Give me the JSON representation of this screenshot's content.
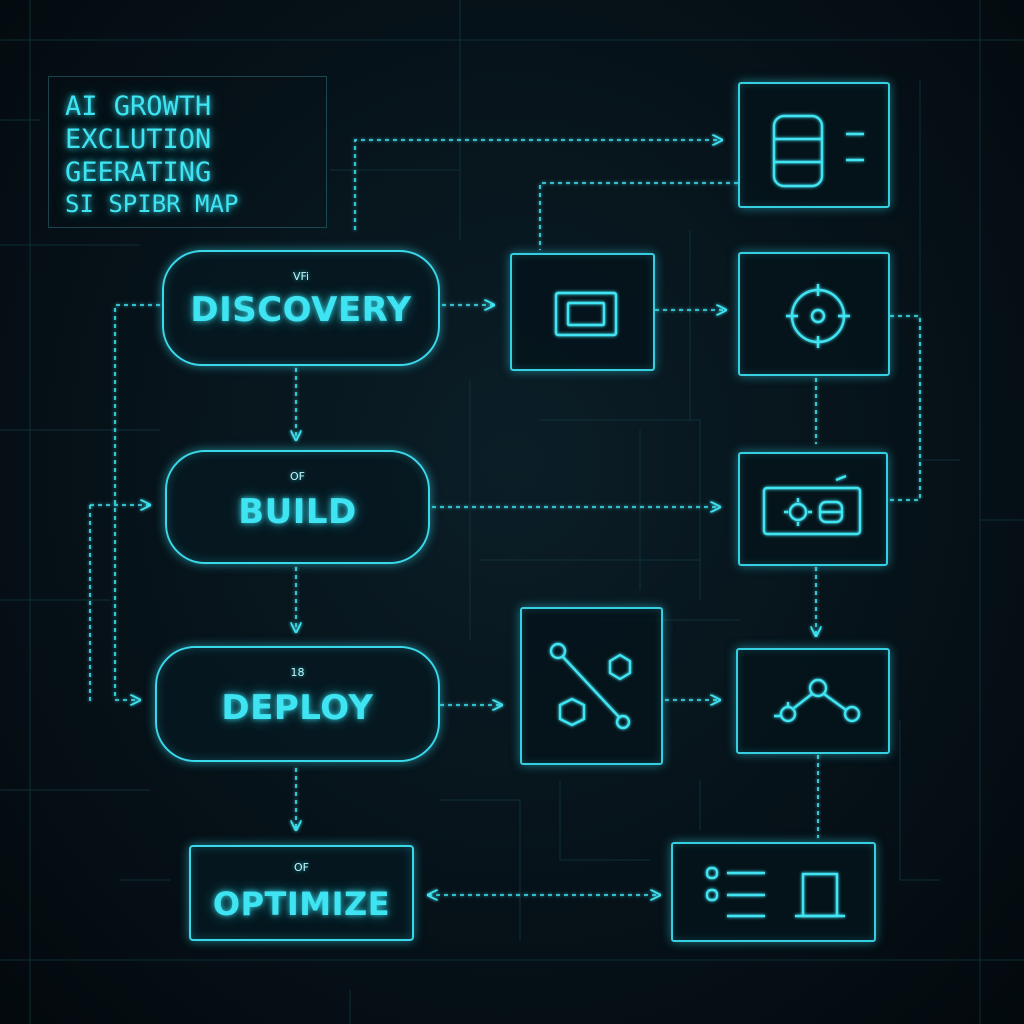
{
  "title": {
    "lines": [
      "AI GROWTH",
      "EXCLUTION",
      "GEERATING",
      "SI SPIBR MAP"
    ]
  },
  "stages": [
    {
      "id": "discovery",
      "tag": "VFi",
      "label": "DISCOVERY"
    },
    {
      "id": "build",
      "tag": "OF",
      "label": "BUILD"
    },
    {
      "id": "deploy",
      "tag": "18",
      "label": "DEPLOY"
    },
    {
      "id": "optimize",
      "tag": "OF",
      "label": "OPTIMIZE"
    }
  ],
  "nodes": [
    {
      "id": "database",
      "icon": "database-icon"
    },
    {
      "id": "window",
      "icon": "window-icon"
    },
    {
      "id": "target",
      "icon": "target-icon"
    },
    {
      "id": "settings-panel",
      "icon": "gear-toggle-icon"
    },
    {
      "id": "network",
      "icon": "network-graph-icon"
    },
    {
      "id": "analytics",
      "icon": "node-graph-icon"
    },
    {
      "id": "dashboard",
      "icon": "checklist-icon"
    }
  ],
  "colors": {
    "background": "#061017",
    "accent": "#3fe4f2",
    "faint_line": "#14404a"
  }
}
